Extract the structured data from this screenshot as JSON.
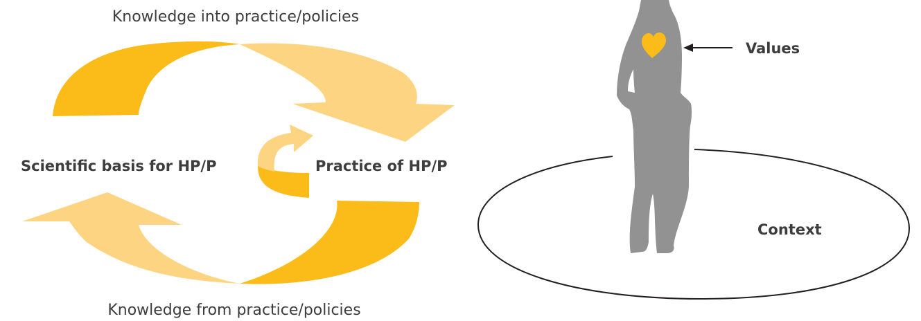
{
  "cycle": {
    "top_label": "Knowledge into practice/policies",
    "bottom_label": "Knowledge from practice/policies",
    "left_label": "Scientific basis for HP/P",
    "right_label": "Practice of HP/P",
    "colors": {
      "dark_arrow": "#fbbc1a",
      "light_arrow": "#fdd582"
    }
  },
  "figure": {
    "values_label": "Values",
    "context_label": "Context",
    "colors": {
      "silhouette": "#929292",
      "heart": "#fbbc1a",
      "outline": "#231f20"
    }
  }
}
